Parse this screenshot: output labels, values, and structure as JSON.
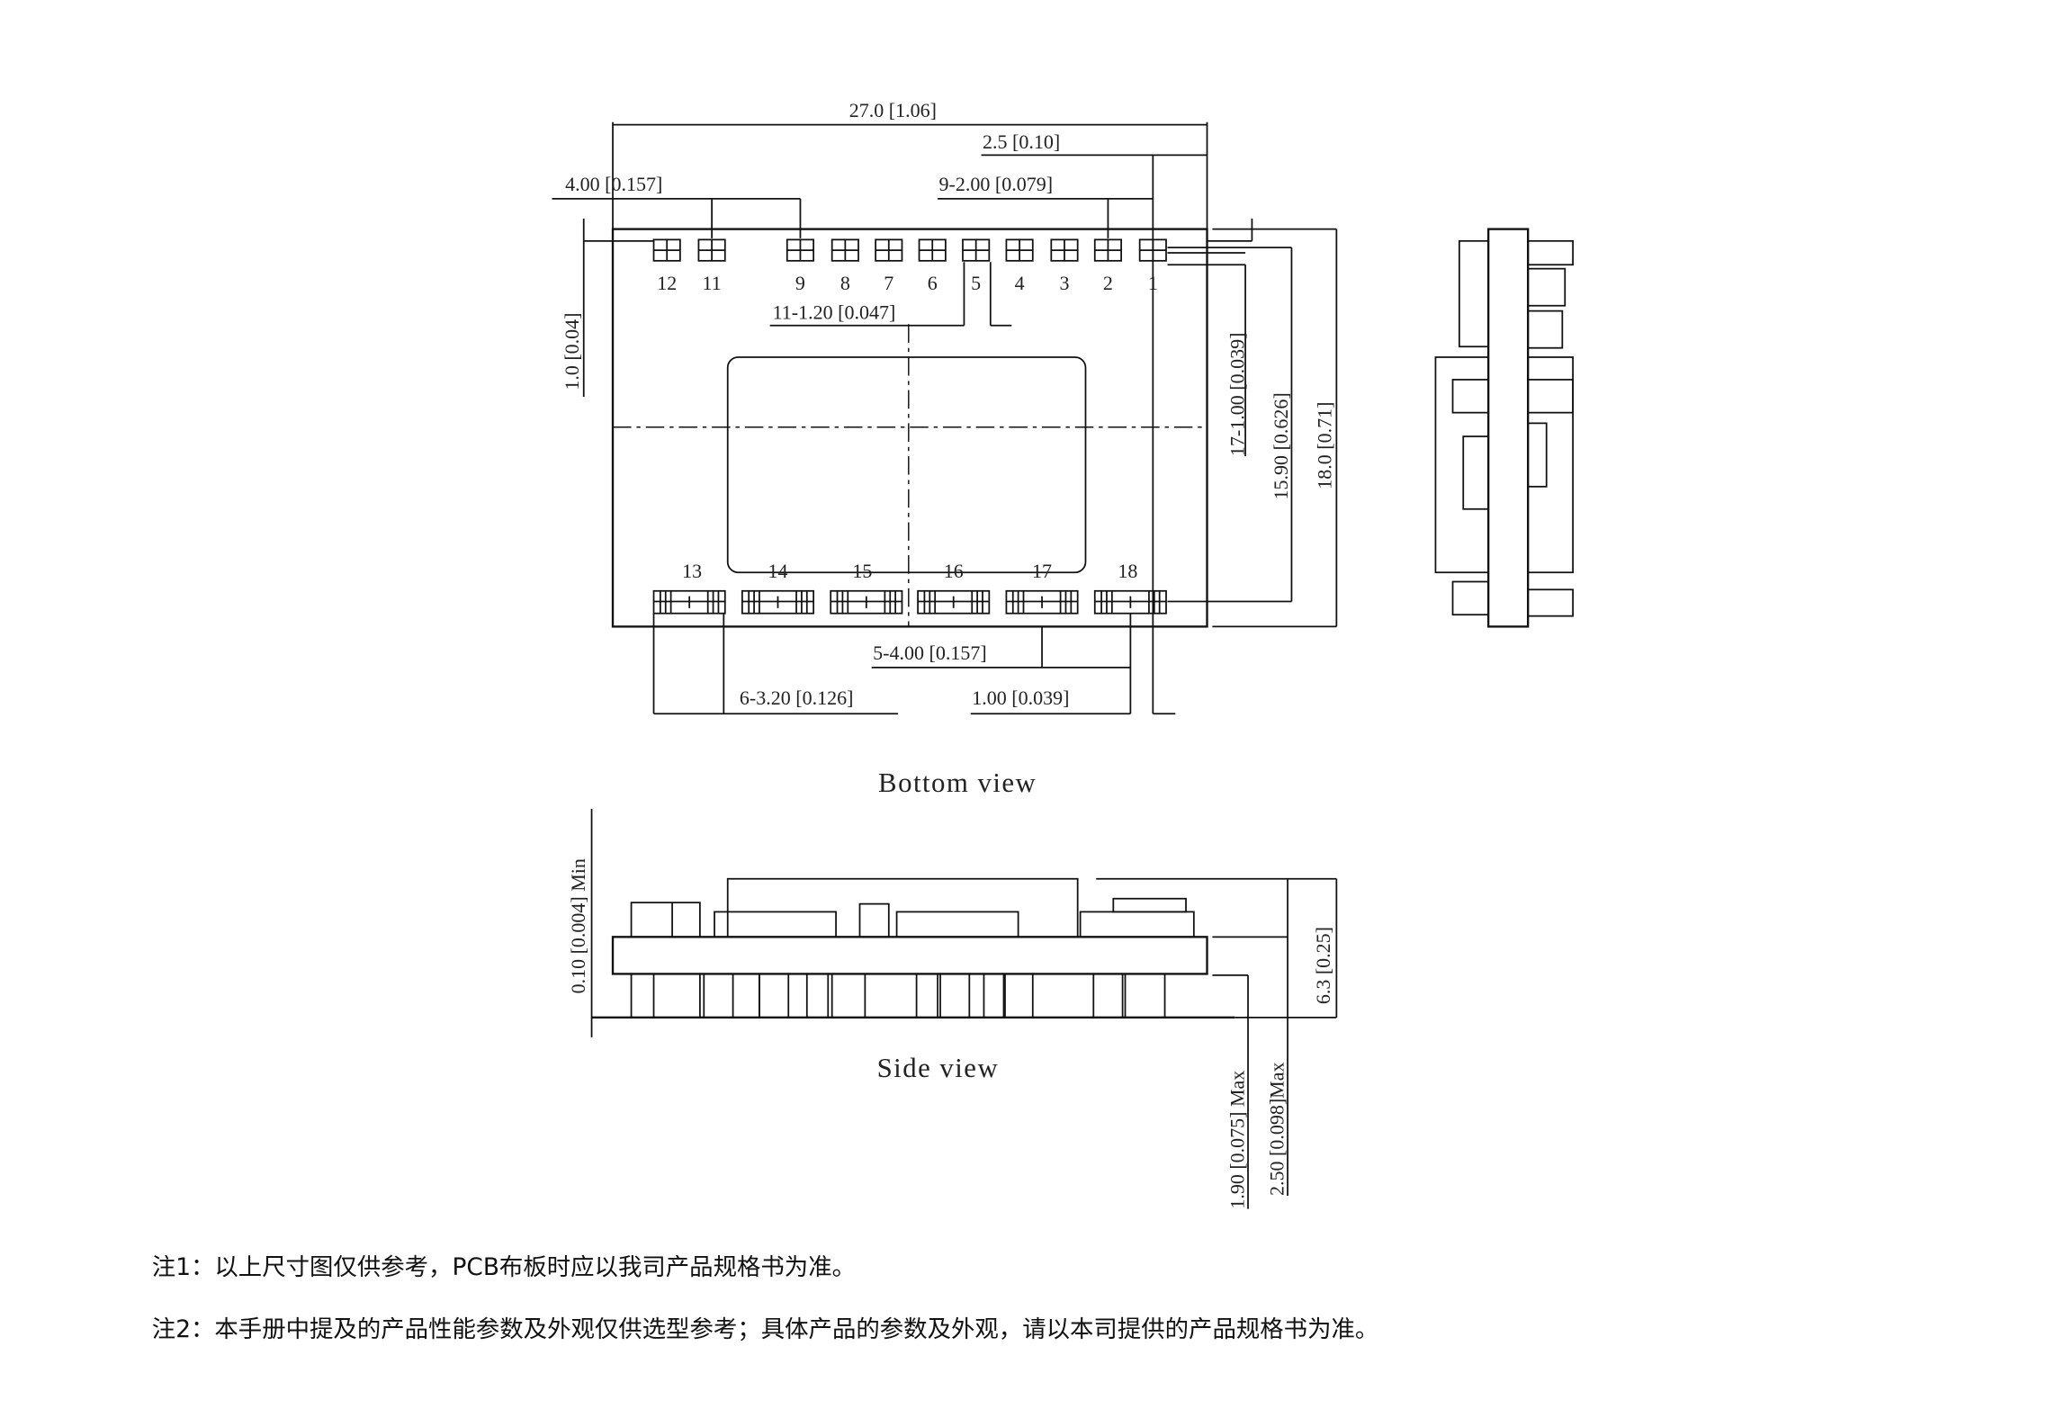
{
  "bottom_view": {
    "caption": "Bottom view",
    "top_pins": [
      "12",
      "11",
      "9",
      "8",
      "7",
      "6",
      "5",
      "4",
      "3",
      "2",
      "1"
    ],
    "bottom_pins": [
      "13",
      "14",
      "15",
      "16",
      "17",
      "18"
    ],
    "dimensions": {
      "overall_width": "27.0 [1.06]",
      "edge_offset": "2.5 [0.10]",
      "gap_11_9": "4.00 [0.157]",
      "top_pitch": "9-2.00 [0.079]",
      "pin_width": "11-1.20 [0.047]",
      "edge_top": "1.0 [0.04]",
      "pin_height": "17-1.00 [0.039]",
      "row_spacing": "15.90 [0.626]",
      "overall_height": "18.0 [0.71]",
      "bottom_pitch": "5-4.00 [0.157]",
      "bottom_pin_width": "6-3.20 [0.126]",
      "bottom_offset": "1.00 [0.039]"
    }
  },
  "side_view": {
    "caption": "Side view",
    "dimensions": {
      "standoff": "0.10 [0.004] Min",
      "height": "6.3 [0.25]",
      "pin_len_1": "1.90 [0.075] Max",
      "pin_len_2": "2.50 [0.098]Max"
    }
  },
  "notes": [
    "注1：以上尺寸图仅供参考，PCB布板时应以我司产品规格书为准。",
    "注2：本手册中提及的产品性能参数及外观仅供选型参考；具体产品的参数及外观，请以本司提供的产品规格书为准。"
  ]
}
